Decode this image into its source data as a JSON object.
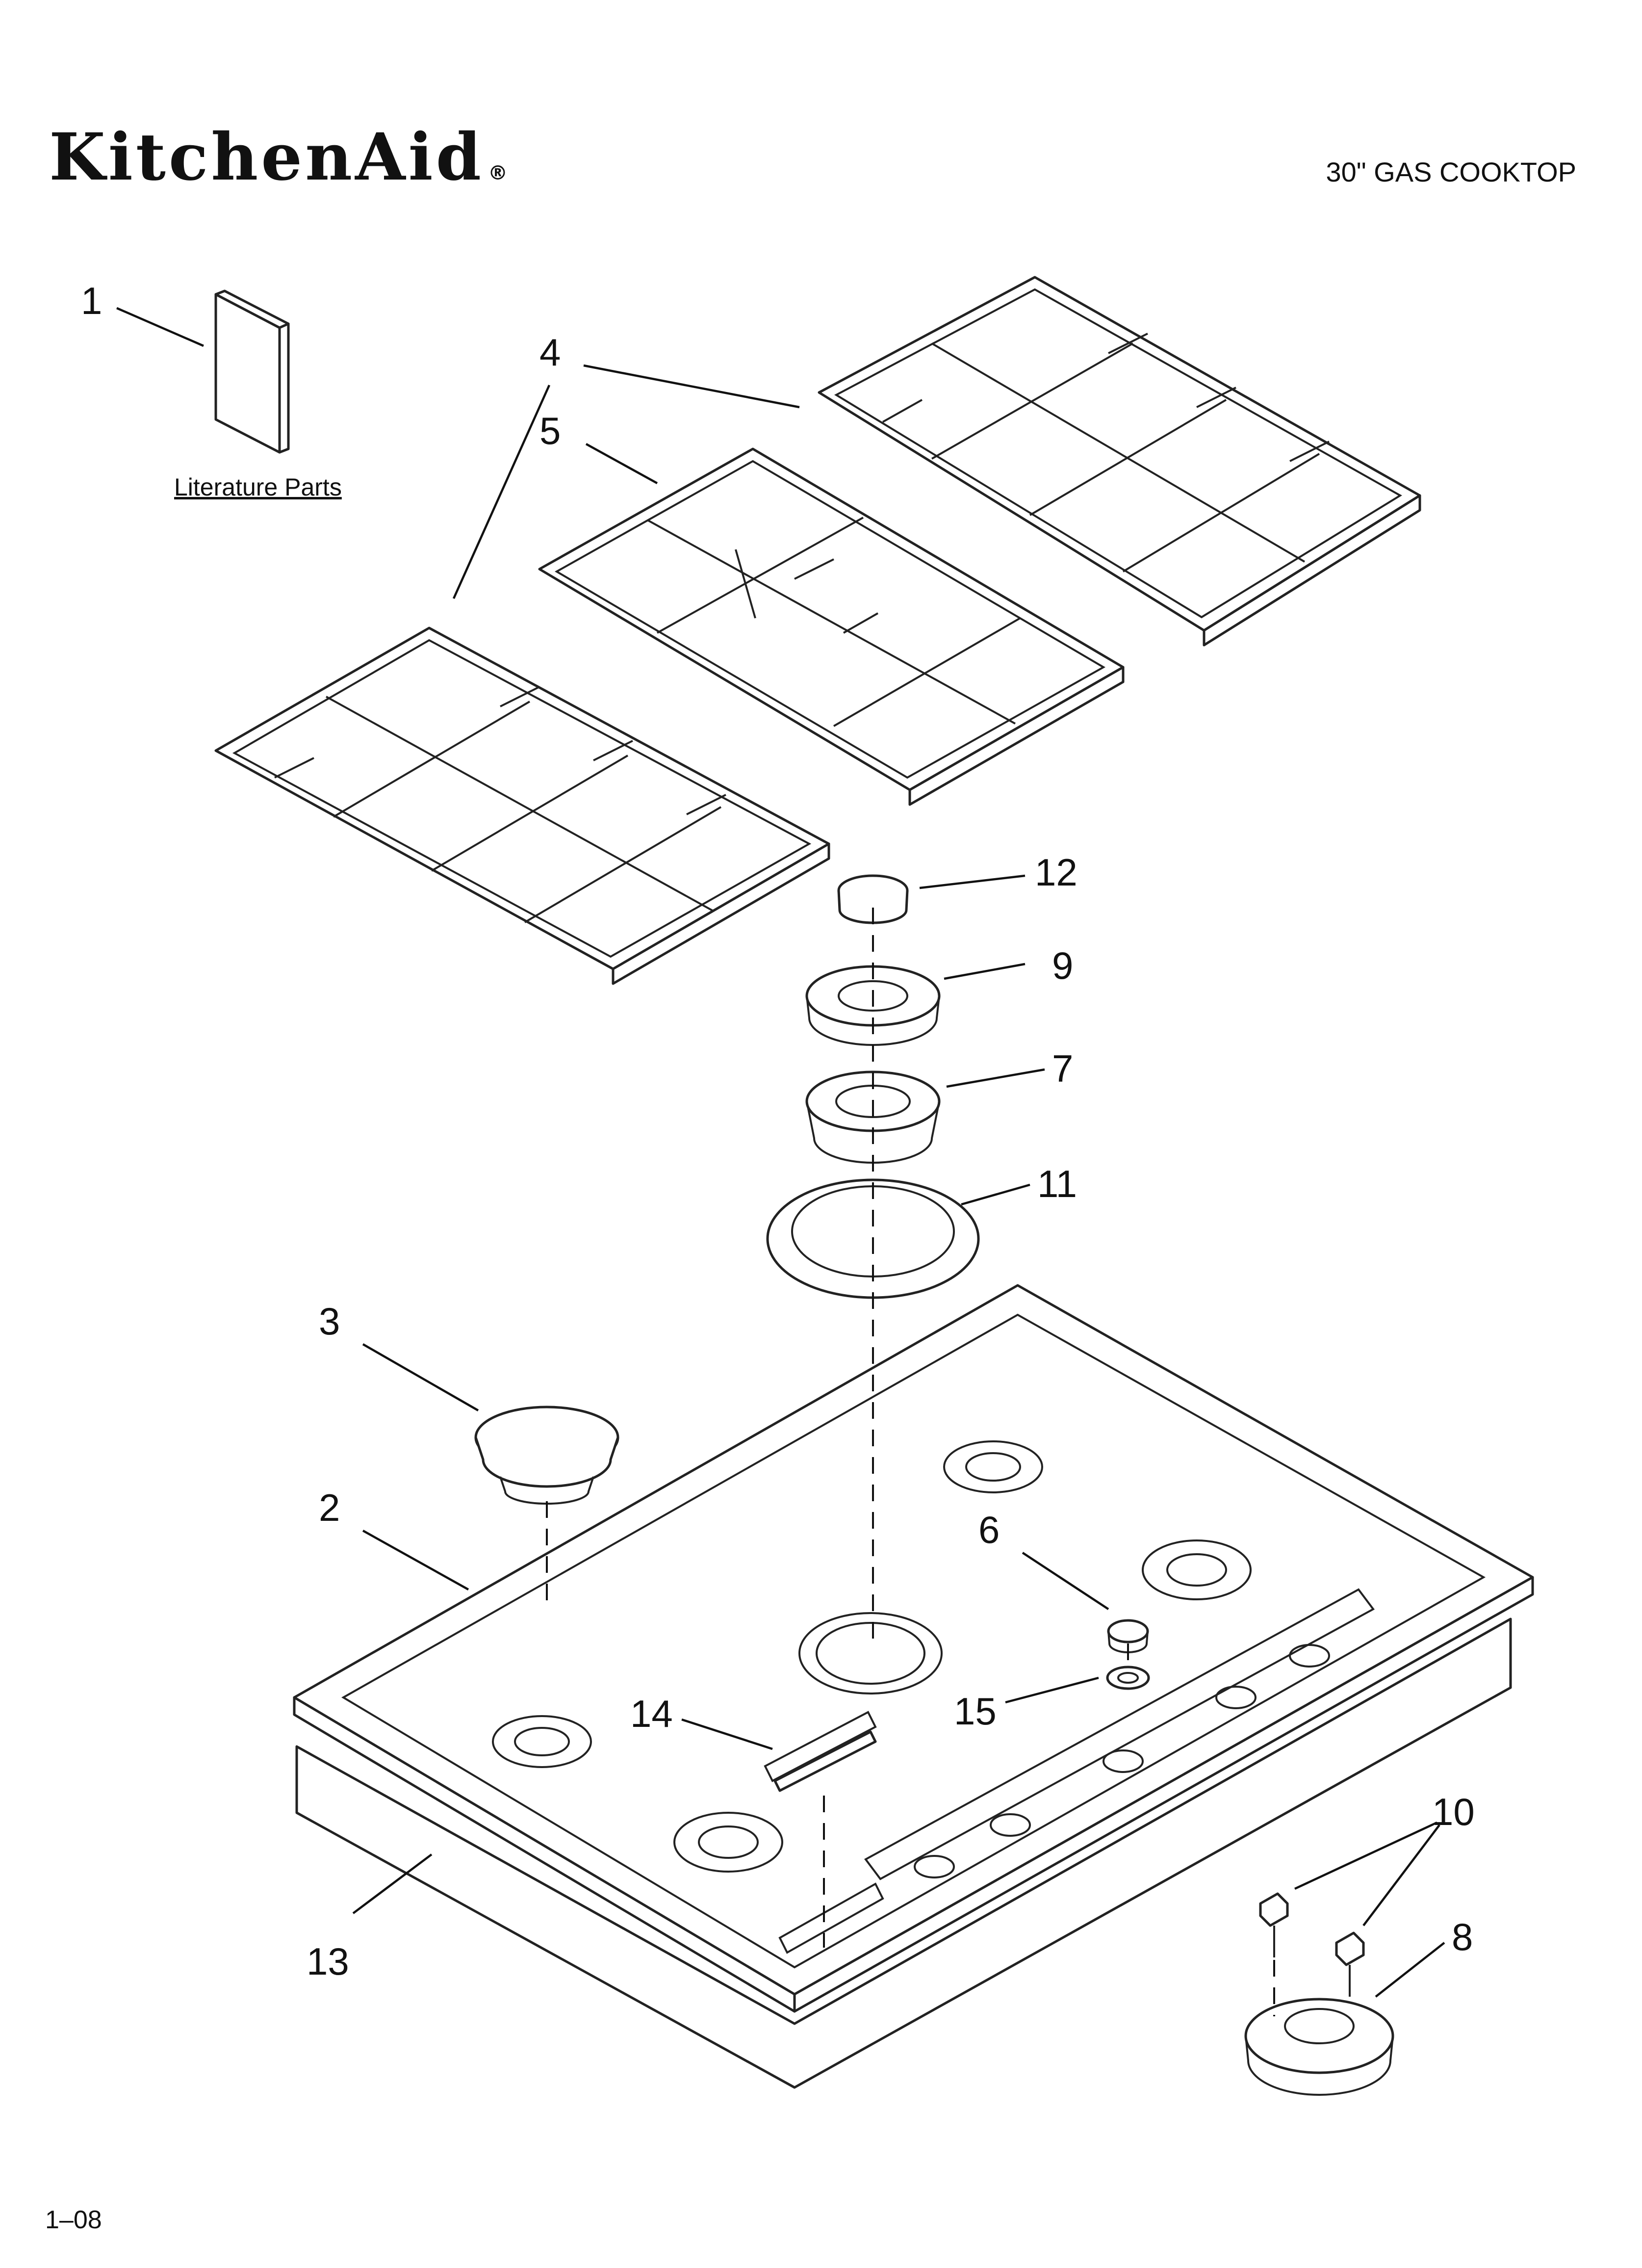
{
  "header": {
    "brand": "KitchenAid",
    "brand_mark": "®",
    "title": "30\" GAS COOKTOP"
  },
  "literature": {
    "label": "Literature Parts"
  },
  "callouts": [
    {
      "id": "c1",
      "label": "1"
    },
    {
      "id": "c2",
      "label": "2"
    },
    {
      "id": "c3",
      "label": "3"
    },
    {
      "id": "c4",
      "label": "4"
    },
    {
      "id": "c5",
      "label": "5"
    },
    {
      "id": "c6",
      "label": "6"
    },
    {
      "id": "c7",
      "label": "7"
    },
    {
      "id": "c8",
      "label": "8"
    },
    {
      "id": "c9",
      "label": "9"
    },
    {
      "id": "c10",
      "label": "10"
    },
    {
      "id": "c11",
      "label": "11"
    },
    {
      "id": "c12",
      "label": "12"
    },
    {
      "id": "c13",
      "label": "13"
    },
    {
      "id": "c14",
      "label": "14"
    },
    {
      "id": "c15",
      "label": "15"
    }
  ],
  "footer": {
    "code": "1–08"
  }
}
